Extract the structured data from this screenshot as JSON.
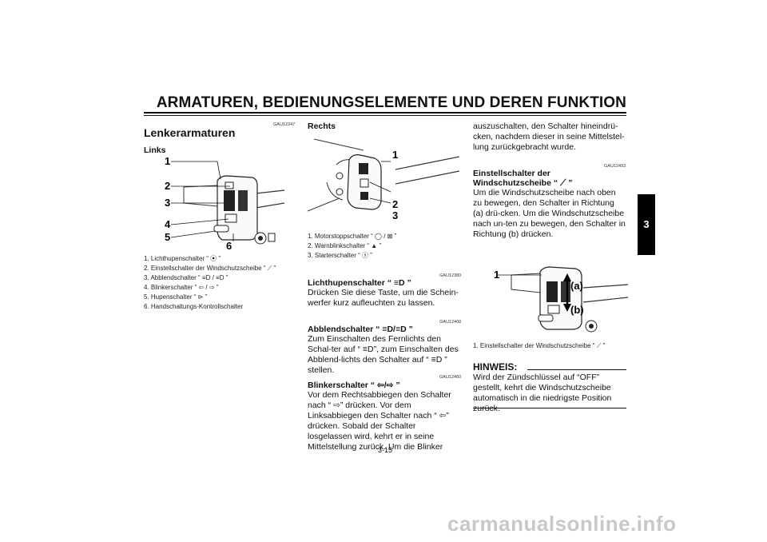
{
  "header": {
    "title": "ARMATUREN, BEDIENUNGSELEMENTE UND DEREN FUNKTION",
    "chapter_tab": "3"
  },
  "left": {
    "code": "GAU12347",
    "heading": "Lenkerarmaturen",
    "subheading": "Links",
    "figure_numbers": [
      "1",
      "2",
      "3",
      "4",
      "5",
      "6"
    ],
    "captions": [
      "1. Lichthupenschalter “ ⦿ ”",
      "2. Einstellschalter der Windschutzscheibe “ ⟋ ”",
      "3. Abblendschalter “ ≡D / ≡D ”",
      "4. Blinkerschalter “ ⇦ / ⇨ ”",
      "5. Hupenschalter “ ⊳ ”",
      "6. Handschaltungs-Kontrollschalter"
    ]
  },
  "middle": {
    "subheading": "Rechts",
    "figure_numbers": [
      "1",
      "2",
      "3"
    ],
    "captions": [
      "1. Motorstoppschalter “ ◯ / ⊠ ”",
      "2. Warnblinkschalter “ ▲ ”",
      "3. Starterschalter “ ⓢ ”"
    ],
    "sections": [
      {
        "code": "GAU12380",
        "heading": "Lichthupenschalter “ ≡D ”",
        "text": "Drücken Sie diese Taste, um die Schein-werfer kurz aufleuchten zu lassen."
      },
      {
        "code": "GAU12400",
        "heading": "Abblendschalter “ ≡D/≡D ”",
        "text": "Zum Einschalten des Fernlichts den Schal-ter auf “ ≡D”, zum Einschalten des Abblend-lichts den Schalter auf “ ≡D ” stellen."
      },
      {
        "code": "GAU12460",
        "heading": "Blinkerschalter “ ⇦/⇨ ”",
        "text": "Vor dem Rechtsabbiegen den Schalter nach “ ⇨” drücken. Vor dem Linksabbiegen den Schalter nach “ ⇦” drücken. Sobald der Schalter losgelassen wird, kehrt er in seine Mittelstellung zurück. Um die Blinker"
      }
    ],
    "page_number": "3-15"
  },
  "right": {
    "continuation": "auszuschalten, den Schalter hineindrü-cken, nachdem dieser in seine Mittelstel-lung zurückgebracht wurde.",
    "code": "GAU12493",
    "heading_line1": "Einstellschalter der",
    "heading_line2": "Windschutzscheibe “ ⟋ ”",
    "text": "Um die Windschutzscheibe nach oben zu bewegen, den Schalter in Richtung (a) drü-cken. Um die Windschutzscheibe nach un-ten zu bewegen, den Schalter in Richtung (b) drücken.",
    "figure_number": "1",
    "label_a": "(a)",
    "label_b": "(b)",
    "caption": "1. Einstellschalter der Windschutzscheibe “ ⟋ ”",
    "note_heading": "HINWEIS:",
    "note_text": "Wird der Zündschlüssel auf “OFF” gestellt, kehrt die Windschutzscheibe automatisch in die niedrigste Position zurück."
  },
  "footer": {
    "watermark": "carmanualsonline.info"
  }
}
